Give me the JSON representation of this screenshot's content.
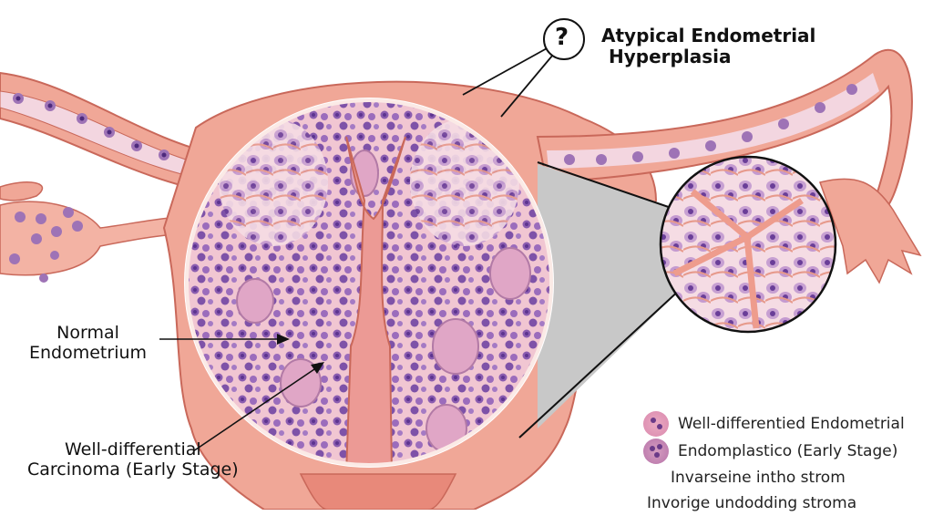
{
  "title": {
    "icon": "question-mark-icon",
    "icon_text": "?",
    "line1": "Atypical Endometrial",
    "line2": "Hyperplasia"
  },
  "labels": {
    "normal_line1": "Normal",
    "normal_line2": "Endometrium",
    "wd_line1": "Well-differential",
    "wd_line2": "Carcinoma (Early Stage)"
  },
  "legend": {
    "items": [
      {
        "swatch": "pink-cell-swatch",
        "label": "Well-differentied Endometrial"
      },
      {
        "swatch": "purple-cell-swatch",
        "label": "Endomplastico (Early Stage)"
      }
    ],
    "line3": "Invarseine intho strom",
    "line4": "Invorige undodding stroma"
  },
  "colors": {
    "uterus": "#f0a08f",
    "uterus_dark": "#c9685a",
    "tissue": "#f3c9d3",
    "nucleus": "#6b3f9a",
    "cell": "#b58ac4",
    "callout_gray": "#c8c8c8"
  }
}
